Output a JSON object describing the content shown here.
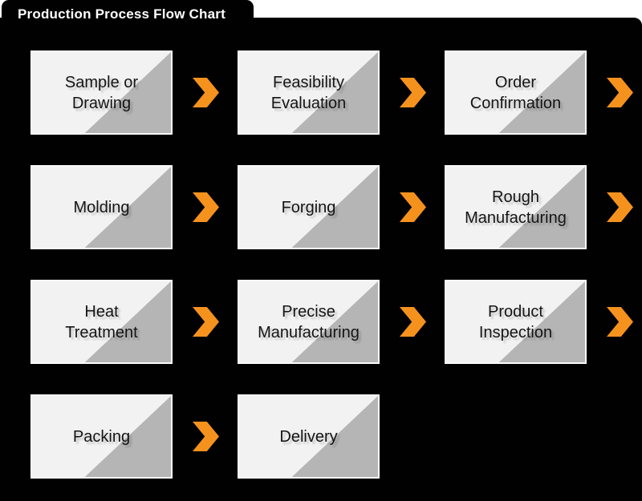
{
  "title": "Production Process Flow Chart",
  "colors": {
    "page_bg": "#ffffff",
    "panel_bg": "#010101",
    "box_face": "#f2f2f2",
    "box_shade": "#b5b5b5",
    "box_border": "#fbfbfb",
    "box_text": "#141414",
    "title_text": "#ffffff",
    "arrow": "#f5921e"
  },
  "icons": {
    "arrow_style": "chevron-right"
  },
  "flow": {
    "rows": [
      {
        "steps": [
          {
            "label": "Sample or\nDrawing"
          },
          {
            "label": "Feasibility\nEvaluation"
          },
          {
            "label": "Order\nConfirmation"
          }
        ],
        "trailing_arrow": true
      },
      {
        "steps": [
          {
            "label": "Molding"
          },
          {
            "label": "Forging"
          },
          {
            "label": "Rough\nManufacturing"
          }
        ],
        "trailing_arrow": true
      },
      {
        "steps": [
          {
            "label": "Heat\nTreatment"
          },
          {
            "label": "Precise\nManufacturing"
          },
          {
            "label": "Product\nInspection"
          }
        ],
        "trailing_arrow": true
      },
      {
        "steps": [
          {
            "label": "Packing"
          },
          {
            "label": "Delivery"
          }
        ],
        "trailing_arrow": false
      }
    ]
  }
}
